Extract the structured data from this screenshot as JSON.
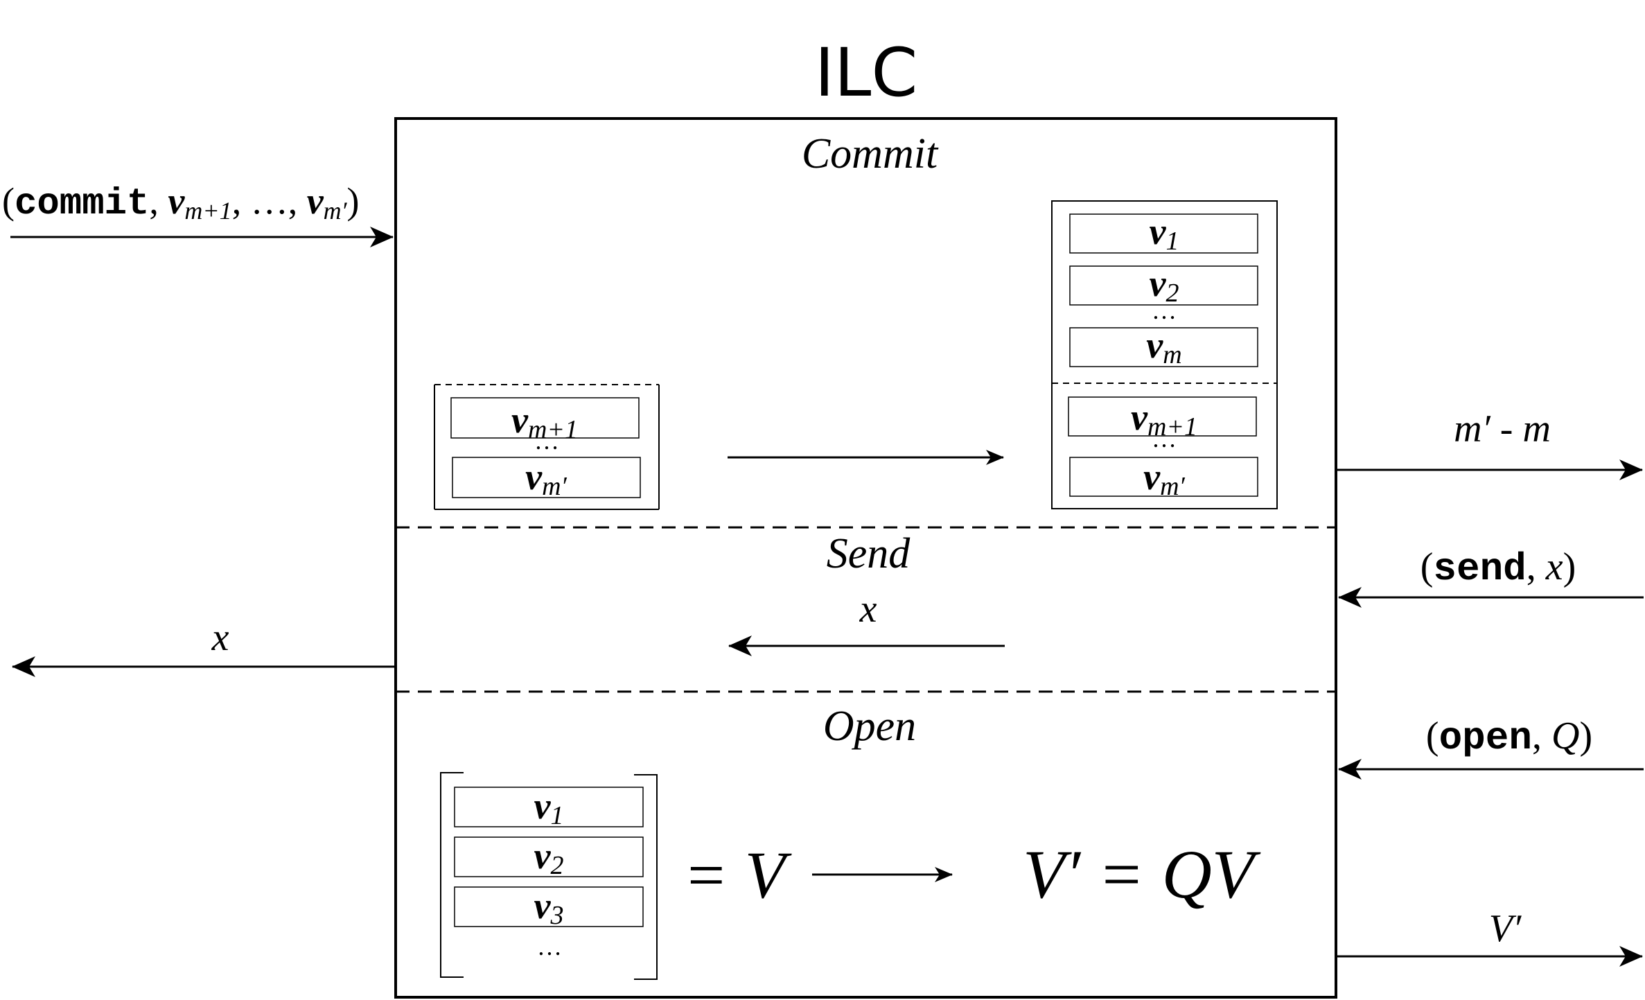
{
  "title": "ILC",
  "sections": {
    "commit": {
      "label": "Commit",
      "input": {
        "open": "(",
        "keyword": "commit",
        "sep": ", ",
        "v1": "v",
        "v1_sub": "m+1",
        "mid": ", …, ",
        "v2": "v",
        "v2_sub": "m′",
        "close": ")"
      },
      "new_vectors": [
        {
          "v": "v",
          "sub": "m+1"
        },
        {
          "v": "v",
          "sub": "m′"
        }
      ],
      "ellipsis": "…",
      "stored_vectors": [
        {
          "v": "v",
          "sub": "1"
        },
        {
          "v": "v",
          "sub": "2"
        },
        {
          "v": "v",
          "sub": "m"
        },
        {
          "v": "v",
          "sub": "m+1"
        },
        {
          "v": "v",
          "sub": "m′"
        }
      ],
      "output": "m′ - m"
    },
    "send": {
      "label": "Send",
      "input": {
        "open": "(",
        "keyword": "send",
        "sep": ", ",
        "arg": "x",
        "close": ")"
      },
      "inner_label": "x",
      "output": "x"
    },
    "open": {
      "label": "Open",
      "input": {
        "open": "(",
        "keyword": "open",
        "sep": ", ",
        "arg": "Q",
        "close": ")"
      },
      "matrix_vectors": [
        {
          "v": "v",
          "sub": "1"
        },
        {
          "v": "v",
          "sub": "2"
        },
        {
          "v": "v",
          "sub": "3"
        }
      ],
      "ellipsis": "…",
      "equals_v": "= V",
      "result": "V′ = QV",
      "output": "V′"
    }
  }
}
